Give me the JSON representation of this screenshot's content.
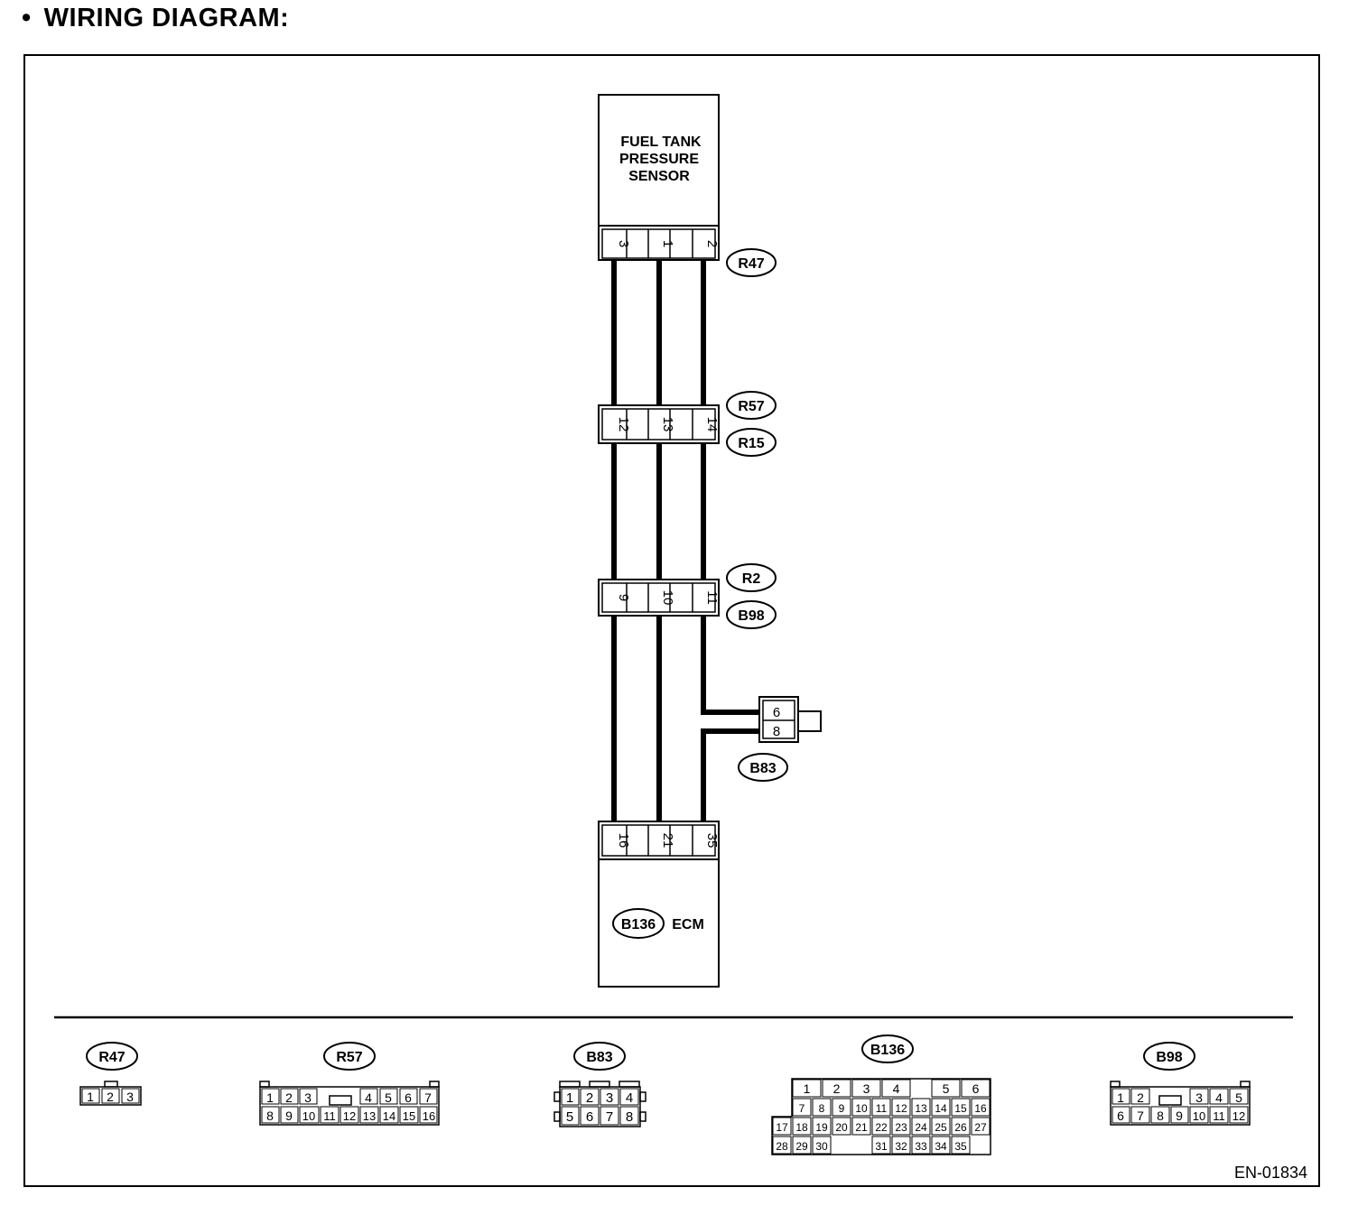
{
  "title": "WIRING DIAGRAM:",
  "bullet": "•",
  "components": {
    "sensor": {
      "lines": [
        "FUEL TANK",
        "PRESSURE",
        "SENSOR"
      ]
    },
    "ecm": {
      "label": "ECM",
      "connector": "B136"
    }
  },
  "connectors": {
    "r47": {
      "id": "R47",
      "pins": [
        "3",
        "1",
        "2"
      ]
    },
    "r57_r15": {
      "ids": [
        "R57",
        "R15"
      ],
      "pins": [
        "12",
        "13",
        "14"
      ]
    },
    "r2_b98": {
      "ids": [
        "R2",
        "B98"
      ],
      "pins": [
        "9",
        "10",
        "11"
      ]
    },
    "b83": {
      "id": "B83",
      "pins": [
        "6",
        "8"
      ]
    },
    "b136": {
      "id": "B136",
      "pins": [
        "16",
        "21",
        "35"
      ]
    }
  },
  "legend": {
    "r47": {
      "id": "R47",
      "rows": [
        [
          "1",
          "2",
          "3"
        ]
      ]
    },
    "r57": {
      "id": "R57",
      "rows": [
        [
          "1",
          "2",
          "3",
          "",
          "4",
          "5",
          "6",
          "7"
        ],
        [
          "8",
          "9",
          "10",
          "11",
          "12",
          "13",
          "14",
          "15",
          "16"
        ]
      ]
    },
    "b83": {
      "id": "B83",
      "rows": [
        [
          "1",
          "2",
          "3",
          "4"
        ],
        [
          "5",
          "6",
          "7",
          "8"
        ]
      ]
    },
    "b136": {
      "id": "B136",
      "rows": [
        [
          "1",
          "2",
          "3",
          "4",
          "",
          "5",
          "6"
        ],
        [
          "7",
          "8",
          "9",
          "10",
          "11",
          "12",
          "13",
          "14",
          "15",
          "16"
        ],
        [
          "17",
          "18",
          "19",
          "20",
          "21",
          "22",
          "23",
          "24",
          "25",
          "26",
          "27"
        ],
        [
          "28",
          "29",
          "30",
          "",
          "",
          "31",
          "32",
          "33",
          "34",
          "35"
        ]
      ]
    },
    "b98": {
      "id": "B98",
      "rows": [
        [
          "1",
          "2",
          "",
          "3",
          "4",
          "5"
        ],
        [
          "6",
          "7",
          "8",
          "9",
          "10",
          "11",
          "12"
        ]
      ]
    }
  },
  "figure_code": "EN-01834"
}
